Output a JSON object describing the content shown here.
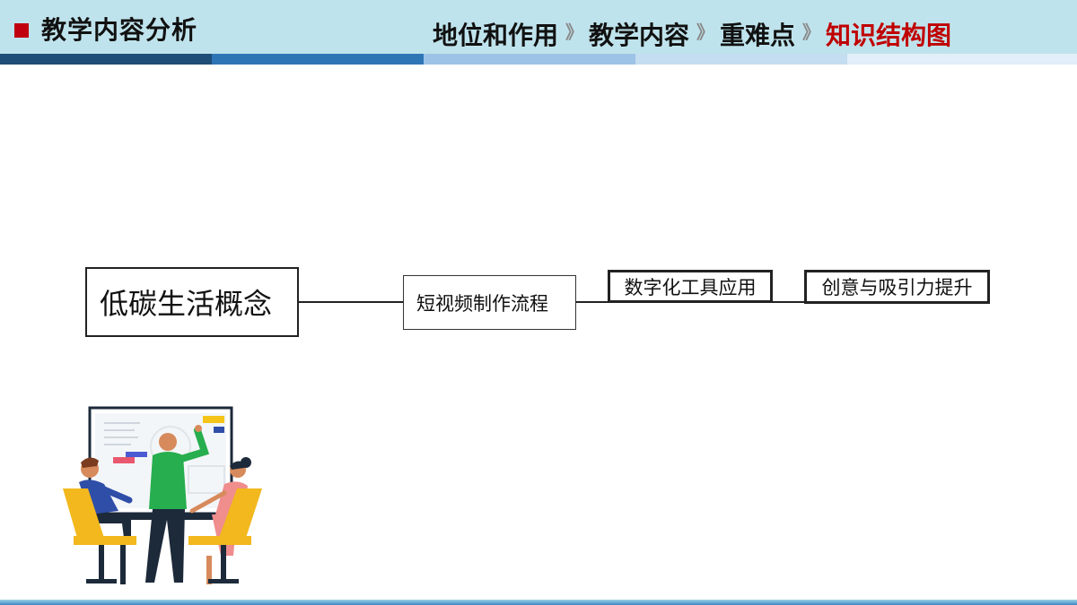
{
  "header": {
    "title": "教学内容分析",
    "breadcrumbs": [
      {
        "label": "地位和作用",
        "active": false
      },
      {
        "label": "教学内容",
        "active": false
      },
      {
        "label": "重难点",
        "active": false
      },
      {
        "label": "知识结构图",
        "active": true
      }
    ],
    "separator": "》"
  },
  "diagram": {
    "nodes": [
      "低碳生活概念",
      "短视频制作流程",
      "数字化工具应用",
      "创意与吸引力提升"
    ]
  },
  "colors": {
    "header_bg": "#bfe3ec",
    "accent_red": "#c00000",
    "stripe": [
      "#1f4e79",
      "#2e75b6",
      "#9dc3e6",
      "#c5ddf0",
      "#e2eef8"
    ]
  },
  "illustration": {
    "icon": "team-meeting-whiteboard-icon"
  }
}
